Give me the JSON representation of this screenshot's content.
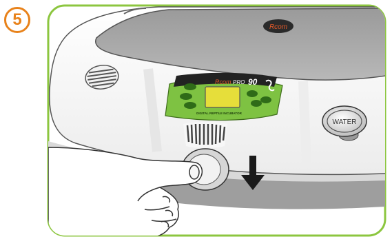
{
  "step": {
    "number": "5"
  },
  "device": {
    "lid_logo": "Rcom",
    "panel_brand": "Rcom",
    "panel_model": "PRO",
    "panel_number": "90",
    "panel_subtitle": "DIGITAL REPTILE INCUBATOR",
    "water_label": "WATER"
  },
  "colors": {
    "frame_green": "#8cc63f",
    "step_orange": "#e8821a",
    "panel_green": "#7ec242",
    "display_yellow": "#e6de3a"
  },
  "icons": {
    "arrow": "down-arrow-icon",
    "hand": "hand-icon",
    "vent": "speaker-grille-icon"
  }
}
